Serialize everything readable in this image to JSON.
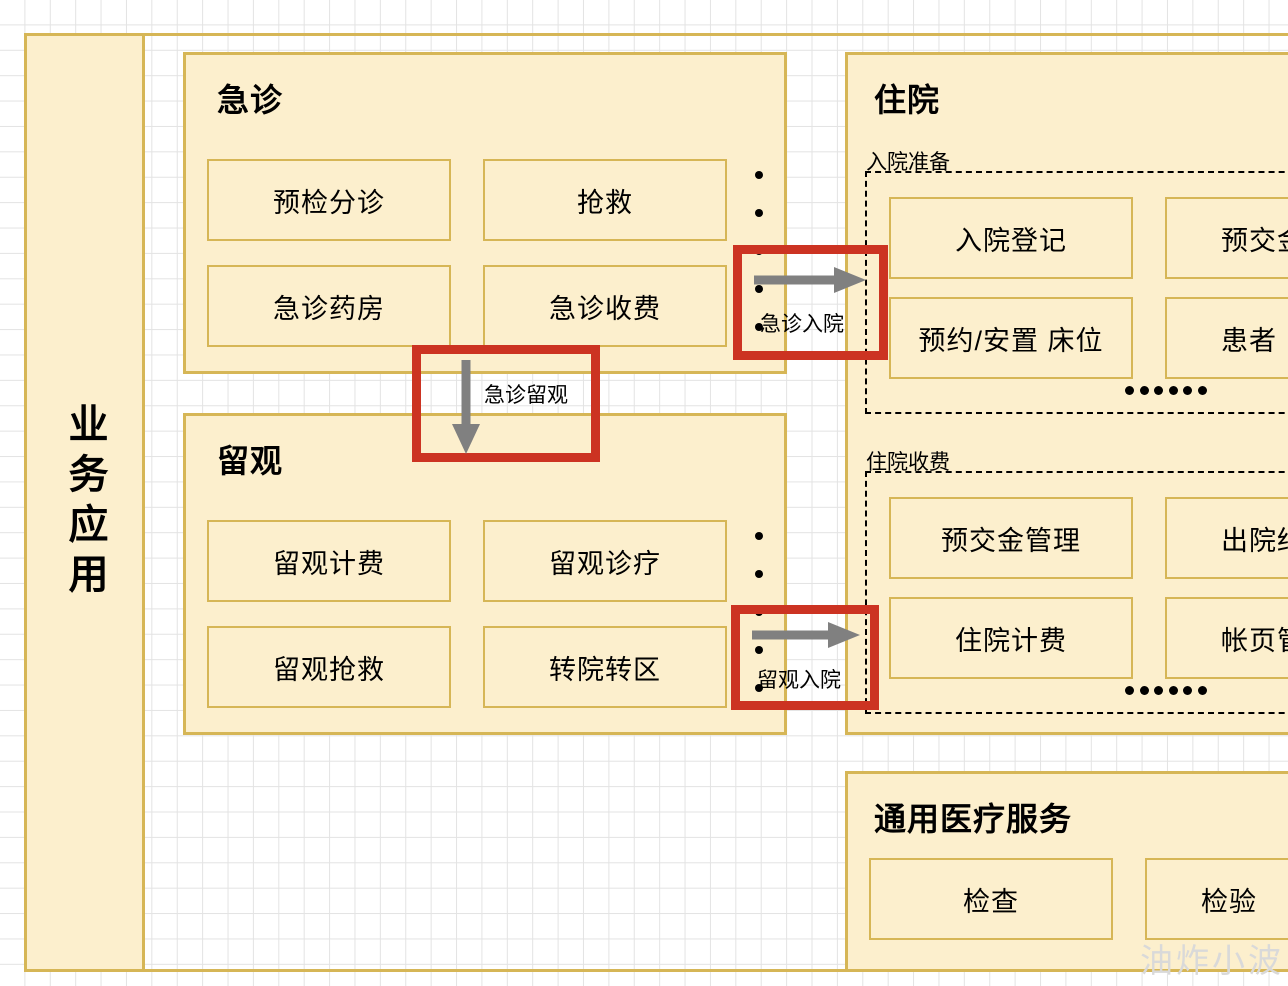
{
  "sidebar": {
    "label": "业务应用"
  },
  "groups": {
    "emergency": {
      "title": "急诊",
      "modules": [
        "预检分诊",
        "抢救",
        "急诊药房",
        "急诊收费"
      ],
      "more_dots": 5
    },
    "observation": {
      "title": "留观",
      "modules": [
        "留观计费",
        "留观诊疗",
        "留观抢救",
        "转院转区"
      ],
      "more_dots": 5
    },
    "inpatient": {
      "title": "住院",
      "subzones": [
        {
          "label": "入院准备",
          "modules": [
            "入院登记",
            "预交金",
            "预约/安置 床位",
            "患者"
          ],
          "more_dots": 6
        },
        {
          "label": "住院收费",
          "modules": [
            "预交金管理",
            "出院结",
            "住院计费",
            "帐页管"
          ],
          "more_dots": 6
        }
      ]
    },
    "general_medical": {
      "title": "通用医疗服务",
      "modules": [
        "检查",
        "检验"
      ]
    }
  },
  "callouts": [
    {
      "label": "急诊入院",
      "arrow": "arrow-right-icon"
    },
    {
      "label": "急诊留观",
      "arrow": "arrow-down-icon"
    },
    {
      "label": "留观入院",
      "arrow": "arrow-right-icon"
    }
  ],
  "watermark": {
    "text": "油炸小波"
  },
  "colors": {
    "panel_fill": "#fcefcd",
    "panel_border": "#d6b656",
    "annotation_red": "#cc3322",
    "arrow_gray": "#808080",
    "grid_line": "#e3e3e3"
  }
}
